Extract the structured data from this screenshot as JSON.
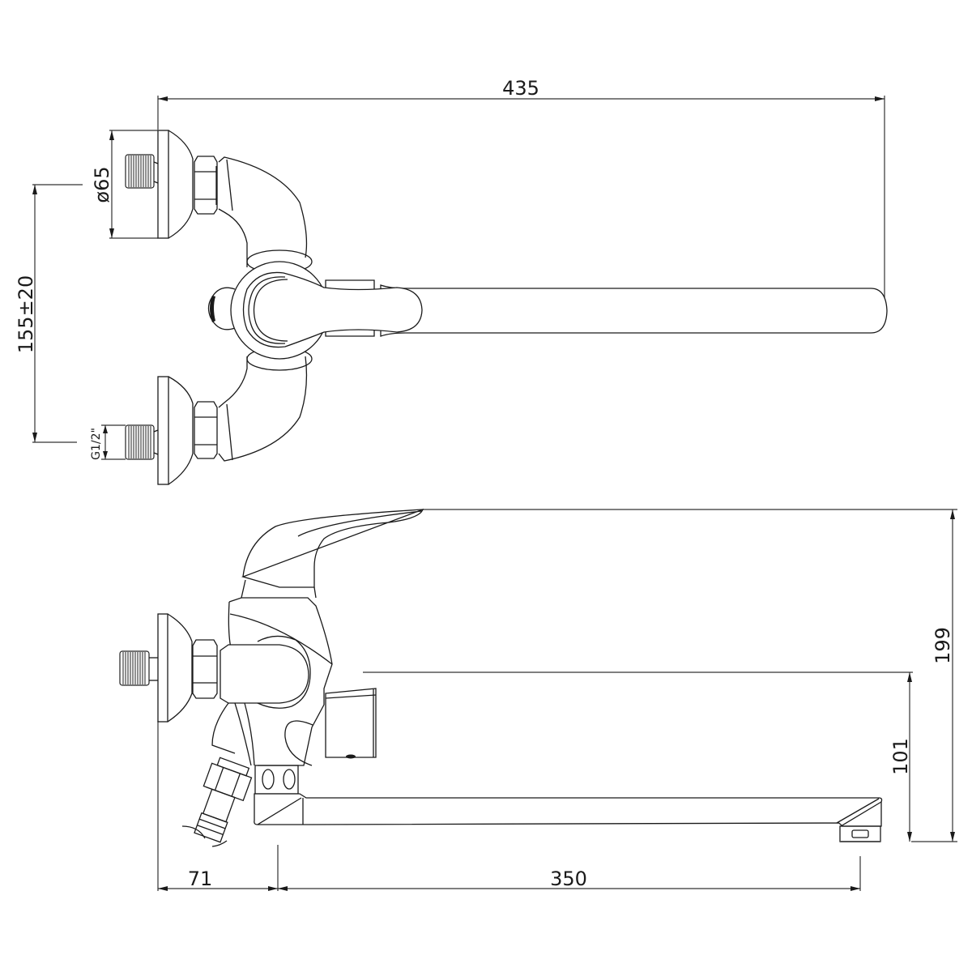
{
  "drawing": {
    "title": "Wall-mounted single-lever mixer with long swivel spout",
    "line_color": "#1a1a1a",
    "background": "#ffffff",
    "views": [
      {
        "name": "top-view",
        "description": "Top view with two wall connectors, lever handle and spout"
      },
      {
        "name": "side-view",
        "description": "Side view with lever, diverter, hose connector and spout"
      }
    ],
    "dimensions": {
      "overall_length": "435",
      "flange_diameter": "ø65",
      "center_distance": "155±20",
      "inlet_thread": "G1/2\"",
      "overall_height": "199",
      "spout_height": "101",
      "wall_to_body": "71",
      "spout_reach": "350"
    }
  }
}
